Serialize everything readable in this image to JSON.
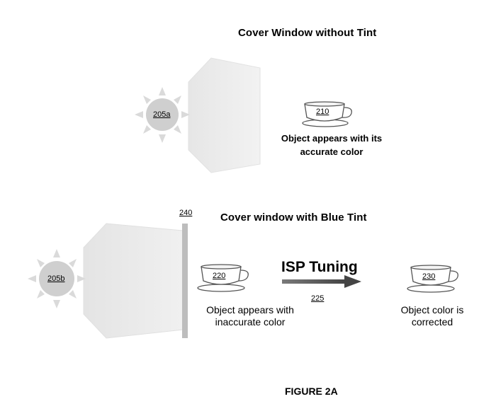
{
  "top": {
    "title": "Cover Window without Tint",
    "light_ref": "205a",
    "cup_ref": "210",
    "caption_line1": "Object appears with its",
    "caption_line2": "accurate color"
  },
  "bottom": {
    "title": "Cover window with Blue Tint",
    "tint_ref": "240",
    "light_ref": "205b",
    "cup_left_ref": "220",
    "cup_left_caption_line1": "Object appears with",
    "cup_left_caption_line2": "inaccurate color",
    "process_label": "ISP Tuning",
    "arrow_ref": "225",
    "cup_right_ref": "230",
    "cup_right_caption_line1": "Object color is",
    "cup_right_caption_line2": "corrected"
  },
  "figure_label": "FIGURE 2A",
  "colors": {
    "sun": "#cfcfcf",
    "sun_ray": "#d9d9d9",
    "beam": "#eeeeee",
    "tint_bar": "#bdbdbd",
    "arrow": "#555555",
    "cup_stroke": "#555555"
  }
}
